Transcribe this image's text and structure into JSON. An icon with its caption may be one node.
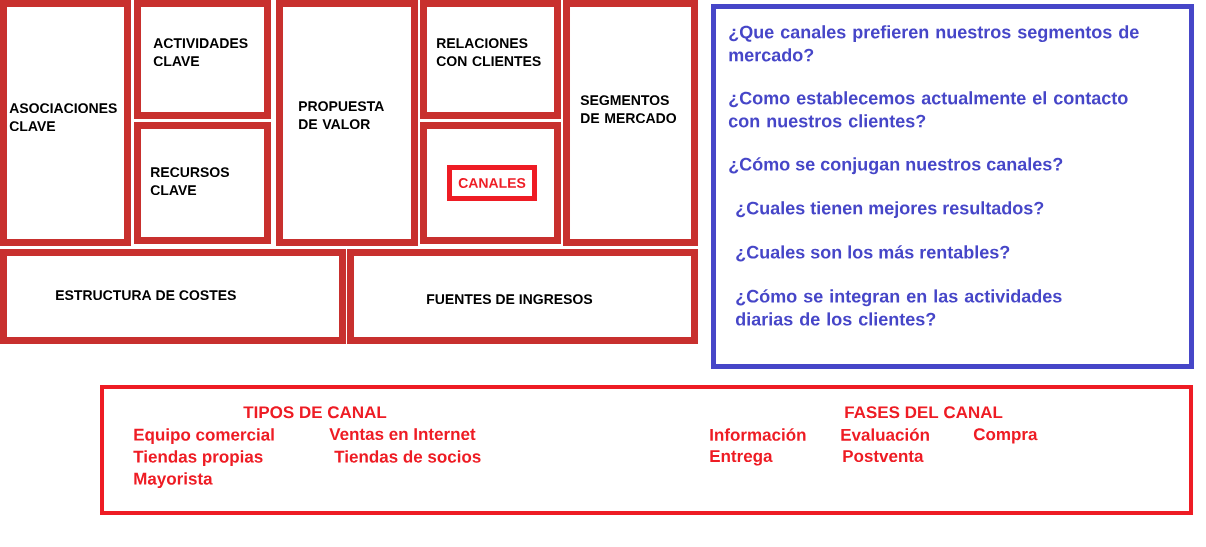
{
  "diagram": {
    "nodes": [
      {
        "text": [
          "ASOCIACIONES CLAVE"
        ]
      },
      {
        "text": [
          "ACTIVIDADES CLAVE"
        ]
      },
      {
        "text": [
          "RECURSOS CLAVE"
        ]
      },
      {
        "text": [
          "PROPUESTA DE VALOR"
        ]
      },
      {
        "text": [
          "RELACIONES CON CLIENTES"
        ]
      },
      {
        "text": [],
        "shape": "box"
      },
      {
        "text": [
          "CANALES"
        ],
        "in": 5
      },
      {
        "text": [
          "SEGMENTOS DE MERCADO"
        ]
      },
      {
        "text": [
          "ESTRUCTURA DE COSTES"
        ]
      },
      {
        "text": [
          "FUENTES DE INGRESOS"
        ]
      },
      {
        "text": [
          "¿Que canales prefieren nuestros segmentos de mercado?",
          "¿Como establecemos actualmente el contacto con nuestros clientes?",
          "¿Cómo se conjugan nuestros canales?",
          "¿Cuales tienen mejores resultados?",
          "¿Cuales son los más rentables?",
          "¿Cómo se integran en las actividades diarias de los clientes?"
        ]
      },
      {
        "text": [
          "TIPOS DE CANAL",
          "Equipo comercial",
          "Ventas en Internet",
          "Tiendas propias",
          "Tiendas de socios",
          "Mayorista",
          "FASES DEL CANAL",
          "Información",
          "Evaluación",
          "Compra",
          "Entrega",
          "Postventa"
        ]
      }
    ]
  }
}
